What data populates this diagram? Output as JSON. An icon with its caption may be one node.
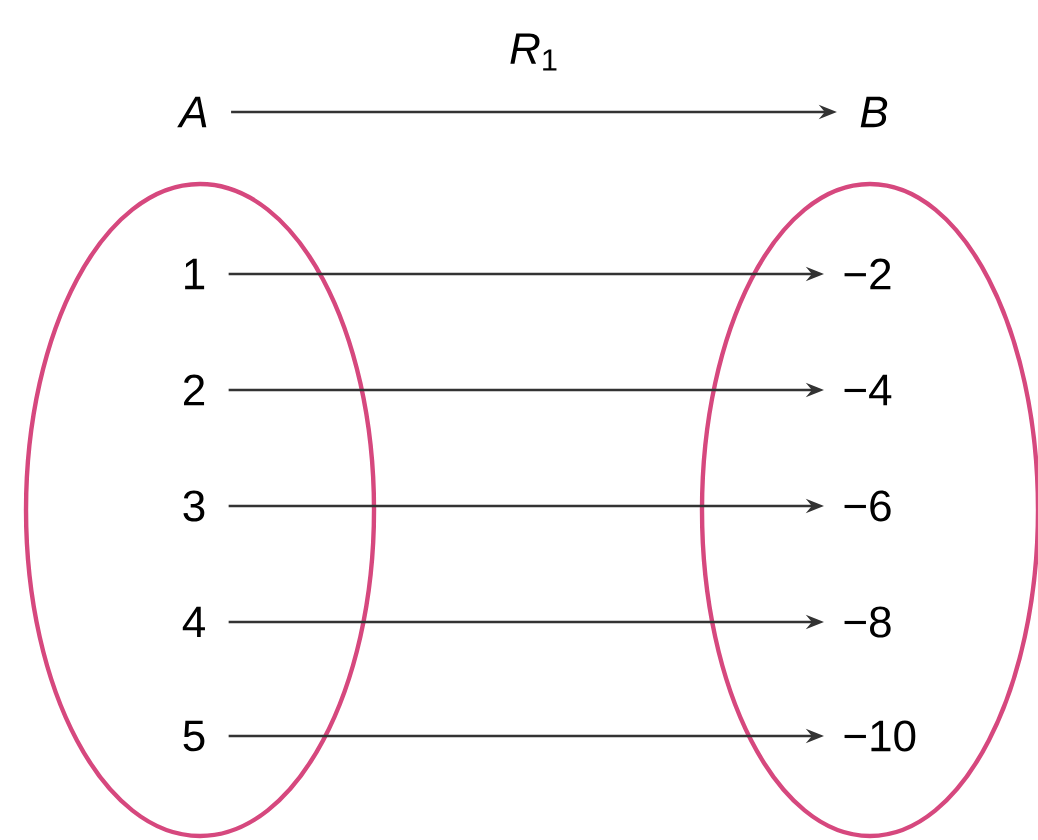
{
  "diagram": {
    "nodes": [
      {
        "text": [
          "A"
        ]
      },
      {
        "text": [
          "1"
        ],
        "in": 0
      },
      {
        "text": [
          "2"
        ],
        "in": 0
      },
      {
        "text": [
          "3"
        ],
        "in": 0
      },
      {
        "text": [
          "4"
        ],
        "in": 0
      },
      {
        "text": [
          "5"
        ],
        "in": 0
      },
      {
        "text": [
          "B"
        ]
      },
      {
        "text": [
          "−2"
        ],
        "in": 6
      },
      {
        "text": [
          "−4"
        ],
        "in": 6
      },
      {
        "text": [
          "−6"
        ],
        "in": 6
      },
      {
        "text": [
          "−8"
        ],
        "in": 6
      },
      {
        "text": [
          "−10"
        ],
        "in": 6
      }
    ],
    "edges": [
      {
        "from": 0,
        "to": 6,
        "arrow": "to",
        "label": "*R*$_{1}$"
      },
      {
        "from": 1,
        "to": 7,
        "arrow": "to"
      },
      {
        "from": 2,
        "to": 8,
        "arrow": "to"
      },
      {
        "from": 3,
        "to": 9,
        "arrow": "to"
      },
      {
        "from": 4,
        "to": 10,
        "arrow": "to"
      },
      {
        "from": 5,
        "to": 11,
        "arrow": "to"
      }
    ]
  }
}
